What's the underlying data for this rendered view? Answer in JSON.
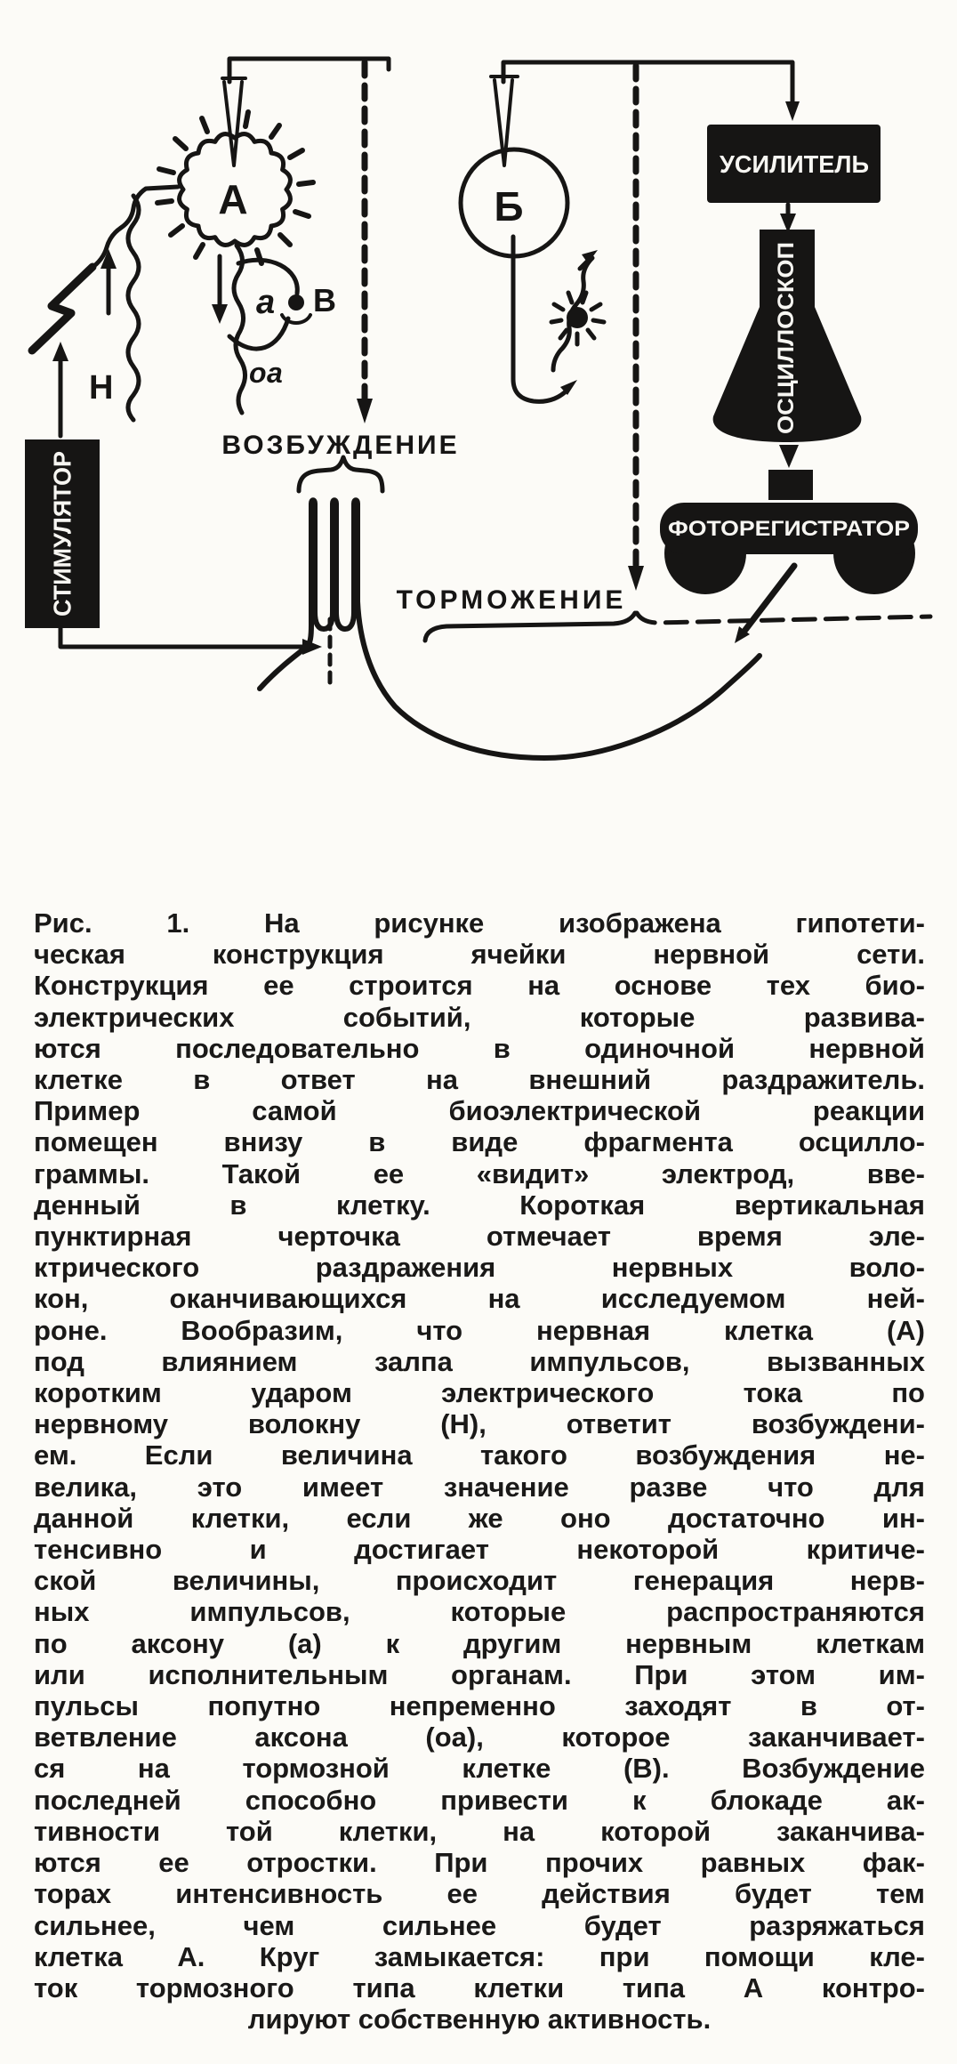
{
  "figure": {
    "paper_color": "#fcfbf7",
    "ink_color": "#161514",
    "equipment": {
      "stimulator": "СТИМУЛЯТОР",
      "amplifier": "УСИЛИТЕЛЬ",
      "oscilloscope": "ОСЦИЛЛОСКОП",
      "photorecorder": "ФОТОРЕГИСТРАТОР"
    },
    "annotations": {
      "excitation": "ВОЗБУЖДЕНИЕ",
      "inhibition": "ТОРМОЖЕНИЕ"
    },
    "labels": {
      "cell_a": "А",
      "cell_b": "Б",
      "nerve_fiber": "Н",
      "axon": "а",
      "axon_branch": "оа",
      "inhibitory_cell": "В"
    }
  },
  "caption": {
    "lines": [
      "Рис. 1. На рисунке изображена гипотети-",
      "ческая конструкция ячейки нервной сети.",
      "Конструкция ее строится на основе тех био-",
      "электрических событий, которые развива-",
      "ются последовательно в одиночной нервной",
      "клетке в ответ на внешний раздражитель.",
      "Пример самой биоэлектрической реакции",
      "помещен внизу в виде фрагмента осцилло-",
      "граммы. Такой ее «видит» электрод, вве-",
      "денный в клетку. Короткая вертикальная",
      "пунктирная черточка отмечает время эле-",
      "ктрического раздражения нервных воло-",
      "кон, оканчивающихся на исследуемом ней-",
      "роне. Вообразим, что нервная клетка (А)",
      "под влиянием залпа импульсов, вызванных",
      "коротким ударом электрического тока по",
      "нервному волокну (Н), ответит возбуждени-",
      "ем. Если величина такого возбуждения не-",
      "велика, это имеет значение разве что для",
      "данной клетки, если же оно достаточно ин-",
      "тенсивно и достигает некоторой критиче-",
      "ской величины, происходит генерация нерв-",
      "ных импульсов, которые распространяются",
      "по аксону (а) к другим нервным клеткам",
      "или исполнительным органам. При этом им-",
      "пульсы попутно непременно заходят в от-",
      "ветвление аксона (оа), которое заканчивает-",
      "ся на тормозной клетке (В). Возбуждение",
      "последней способно привести к блокаде ак-",
      "тивности той клетки, на которой заканчива-",
      "ются ее отростки. При прочих равных фак-",
      "торах интенсивность ее действия будет тем",
      "сильнее, чем сильнее будет разряжаться",
      "клетка А. Круг замыкается: при помощи кле-",
      "ток тормозного типа клетки типа А контро-",
      "лируют собственную активность."
    ]
  }
}
